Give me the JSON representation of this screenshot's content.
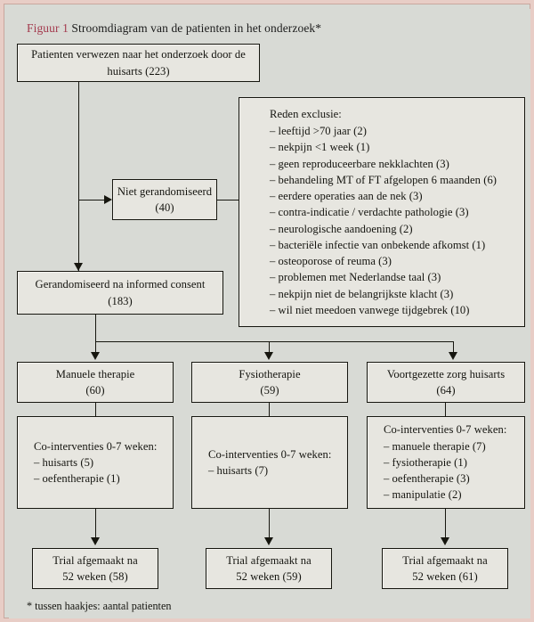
{
  "figure": {
    "label": "Figuur 1",
    "caption": "Stroomdiagram van de patienten in het onderzoek*",
    "footnote": "* tussen haakjes: aantal patienten",
    "label_color": "#a33a4e"
  },
  "nodes": {
    "referred": {
      "line1": "Patienten verwezen naar het onderzoek door de huisarts (223)"
    },
    "not_randomised": {
      "line1": "Niet gerandomiseerd",
      "line2": "(40)"
    },
    "randomised": {
      "line1": "Gerandomiseerd na informed consent",
      "line2": "(183)"
    },
    "exclusion": {
      "header": "Reden exclusie:",
      "items": [
        "– leeftijd >70 jaar (2)",
        "– nekpijn <1 week (1)",
        "– geen reproduceerbare nekklachten (3)",
        "– behandeling MT of FT afgelopen 6 maanden (6)",
        "– eerdere operaties aan de nek (3)",
        "– contra-indicatie / verdachte pathologie (3)",
        "– neurologische aandoening (2)",
        "– bacteriële infectie van onbekende afkomst (1)",
        "– osteoporose of reuma (3)",
        "– problemen met Nederlandse taal (3)",
        "– nekpijn niet de belangrijkste klacht (3)",
        "– wil niet meedoen vanwege tijdgebrek (10)"
      ]
    },
    "arm1": {
      "line1": "Manuele therapie",
      "line2": "(60)"
    },
    "arm2": {
      "line1": "Fysiotherapie",
      "line2": "(59)"
    },
    "arm3": {
      "line1": "Voortgezette zorg huisarts",
      "line2": "(64)"
    },
    "cointerventions1": {
      "header": "Co-interventies 0-7 weken:",
      "items": [
        "– huisarts (5)",
        "– oefentherapie (1)"
      ]
    },
    "cointerventions2": {
      "header": "Co-interventies 0-7 weken:",
      "items": [
        "– huisarts (7)"
      ]
    },
    "cointerventions3": {
      "header": "Co-interventies 0-7 weken:",
      "items": [
        "– manuele therapie (7)",
        "– fysiotherapie (1)",
        "– oefentherapie (3)",
        "– manipulatie (2)"
      ]
    },
    "completed1": {
      "line1": "Trial afgemaakt na",
      "line2": "52 weken (58)"
    },
    "completed2": {
      "line1": "Trial afgemaakt na",
      "line2": "52 weken (59)"
    },
    "completed3": {
      "line1": "Trial afgemaakt na",
      "line2": "52 weken (61)"
    }
  },
  "style": {
    "page_background": "#d8dad5",
    "box_fill": "#e7e6e0",
    "box_border": "#16160f",
    "frame_border": "#e8cdc6"
  }
}
